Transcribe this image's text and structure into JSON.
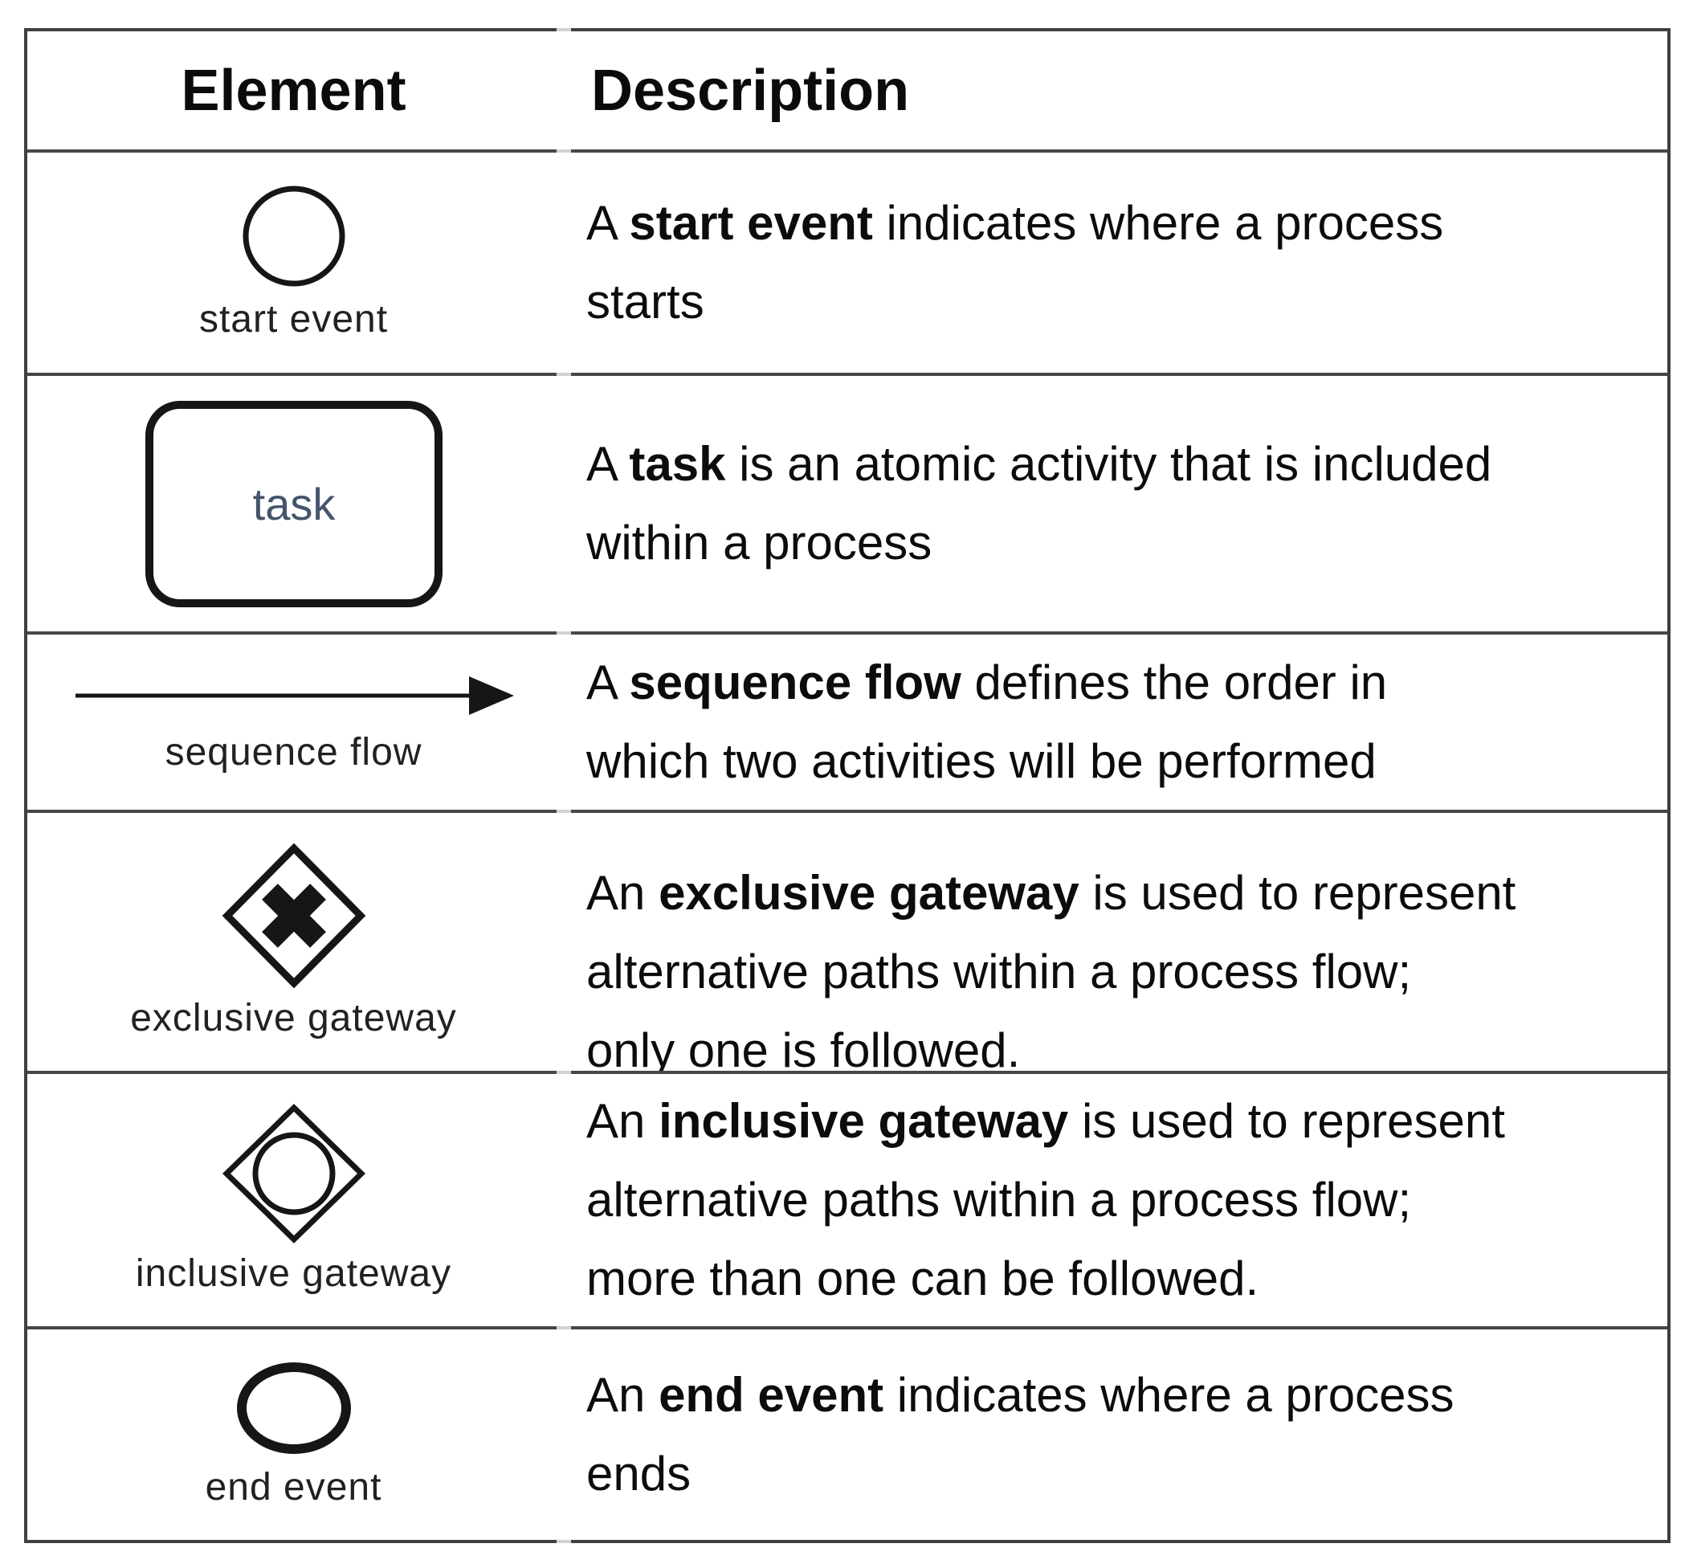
{
  "table": {
    "headers": [
      {
        "label": "Element"
      },
      {
        "label": "Description"
      }
    ],
    "rows": [
      {
        "symbol": "start-event",
        "label": "start event",
        "desc": [
          {
            "t": "A ",
            "b": false
          },
          {
            "t": "start event",
            "b": true
          },
          {
            "t": " indicates where a process\nstarts",
            "b": false
          }
        ]
      },
      {
        "symbol": "task",
        "shape_text": "task",
        "label": null,
        "desc": [
          {
            "t": "A ",
            "b": false
          },
          {
            "t": "task",
            "b": true
          },
          {
            "t": " is an atomic activity that is included\nwithin a process",
            "b": false
          }
        ]
      },
      {
        "symbol": "sequence-flow",
        "label": "sequence flow",
        "desc": [
          {
            "t": "A ",
            "b": false
          },
          {
            "t": "sequence flow",
            "b": true
          },
          {
            "t": " defines the order in\nwhich two activities will be performed",
            "b": false
          }
        ]
      },
      {
        "symbol": "exclusive-gateway",
        "label": "exclusive gateway",
        "desc": [
          {
            "t": "An ",
            "b": false
          },
          {
            "t": "exclusive gateway",
            "b": true
          },
          {
            "t": " is used to represent\nalternative paths within a process flow;\nonly one is followed.",
            "b": false
          }
        ]
      },
      {
        "symbol": "inclusive-gateway",
        "label": "inclusive gateway",
        "desc": [
          {
            "t": "An ",
            "b": false
          },
          {
            "t": "inclusive gateway",
            "b": true
          },
          {
            "t": " is used to represent\nalternative paths within a process flow;\nmore than one can be followed.",
            "b": false
          }
        ]
      },
      {
        "symbol": "end-event",
        "label": "end event",
        "desc": [
          {
            "t": "An ",
            "b": false
          },
          {
            "t": "end event",
            "b": true
          },
          {
            "t": " indicates where a process\nends",
            "b": false
          }
        ]
      }
    ],
    "colors": {
      "ink": "#161616",
      "task_text": "#44546A",
      "border": "#3f3f3f",
      "text": "#0c0c0c"
    }
  }
}
